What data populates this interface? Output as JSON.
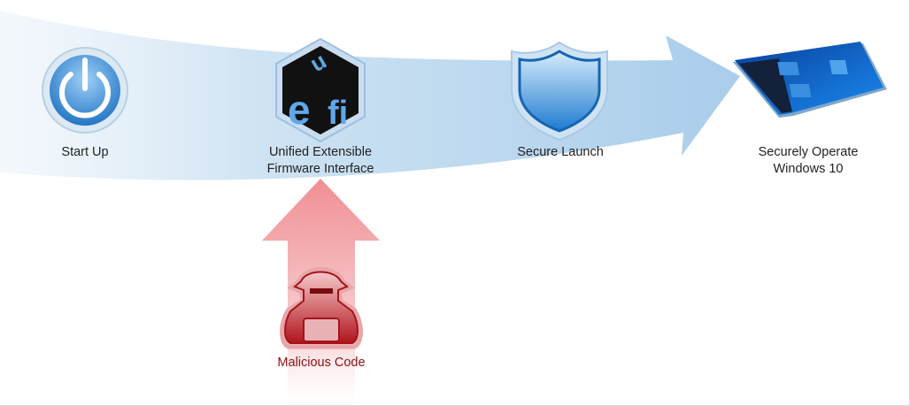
{
  "stages": [
    {
      "label": "Start Up",
      "icon": "power-icon"
    },
    {
      "label_line1": "Unified Extensible",
      "label_line2": "Firmware Interface",
      "icon": "uefi-logo-icon",
      "logo_text": "uefi"
    },
    {
      "label": "Secure Launch",
      "icon": "shield-icon"
    },
    {
      "label_line1": "Securely Operate",
      "label_line2": "Windows 10",
      "icon": "windows-laptop-icon"
    }
  ],
  "threat": {
    "label": "Malicious Code",
    "icon": "hacker-icon"
  },
  "colors": {
    "flow_arrow": "#b9d7ee",
    "threat_arrow": "#f0a3a6",
    "threat_text": "#8b1015",
    "icon_blue": "#2b7fcf"
  }
}
